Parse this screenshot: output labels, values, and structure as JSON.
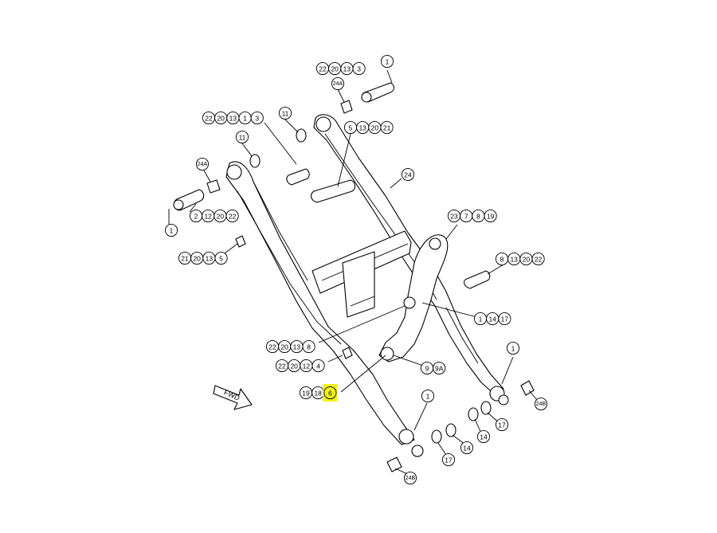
{
  "diagram": {
    "highlight_color": "#f3f31a",
    "direction_label": "FWD",
    "callout_groups": [
      {
        "labels": [
          "22",
          "20",
          "13",
          "3"
        ]
      },
      {
        "labels": [
          "1"
        ]
      },
      {
        "labels": [
          "24A"
        ]
      },
      {
        "labels": [
          "22",
          "20",
          "13",
          "1",
          "3"
        ]
      },
      {
        "labels": [
          "11"
        ]
      },
      {
        "labels": [
          "5",
          "13",
          "20",
          "21"
        ]
      },
      {
        "labels": [
          "11"
        ]
      },
      {
        "labels": [
          "24A"
        ]
      },
      {
        "labels": [
          "24"
        ]
      },
      {
        "labels": [
          "2",
          "12",
          "20",
          "22"
        ]
      },
      {
        "labels": [
          "1"
        ]
      },
      {
        "labels": [
          "23",
          "7",
          "8",
          "19"
        ]
      },
      {
        "labels": [
          "21",
          "20",
          "13",
          "5"
        ]
      },
      {
        "labels": [
          "8",
          "13",
          "20",
          "22"
        ]
      },
      {
        "labels": [
          "1",
          "14",
          "17"
        ]
      },
      {
        "labels": [
          "22",
          "20",
          "13",
          "8"
        ]
      },
      {
        "labels": [
          "1"
        ]
      },
      {
        "labels": [
          "22",
          "20",
          "12",
          "4"
        ]
      },
      {
        "labels": [
          "9",
          "9A"
        ]
      },
      {
        "labels": [
          "19",
          "18",
          "6"
        ],
        "highlight": "6"
      },
      {
        "labels": [
          "1"
        ]
      },
      {
        "labels": [
          "24B"
        ]
      },
      {
        "labels": [
          "14"
        ]
      },
      {
        "labels": [
          "17"
        ]
      },
      {
        "labels": [
          "17"
        ]
      },
      {
        "labels": [
          "14"
        ]
      },
      {
        "labels": [
          "24B"
        ]
      }
    ]
  }
}
